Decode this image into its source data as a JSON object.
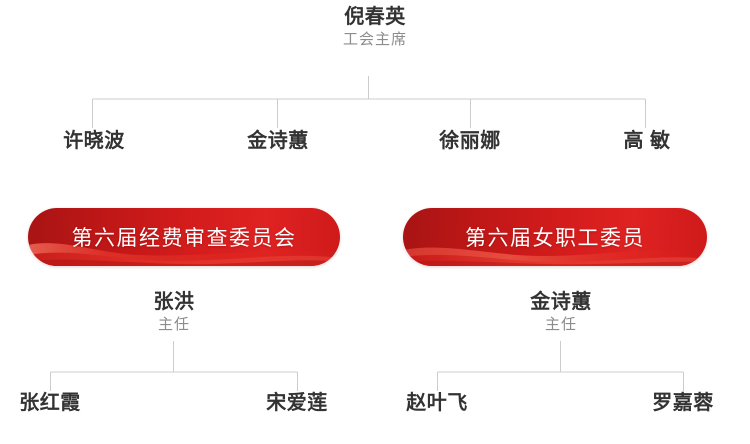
{
  "root": {
    "name": "倪春英",
    "title": "工会主席"
  },
  "level2": [
    {
      "name": "许晓波"
    },
    {
      "name": "金诗蕙"
    },
    {
      "name": "徐丽娜"
    },
    {
      "name": "高 敏"
    }
  ],
  "committees": [
    {
      "label": "第六届经费审查委员会",
      "head": {
        "name": "张洪",
        "title": "主任"
      },
      "members": [
        {
          "name": "张红霞"
        },
        {
          "name": "宋爱莲"
        }
      ]
    },
    {
      "label": "第六届女职工委员",
      "head": {
        "name": "金诗蕙",
        "title": "主任"
      },
      "members": [
        {
          "name": "赵叶飞"
        },
        {
          "name": "罗嘉蓉"
        }
      ]
    }
  ],
  "colors": {
    "name_text": "#333333",
    "title_text": "#8c8c8c",
    "connector_line": "#cccccc",
    "pill_red_dark": "#a81414",
    "pill_red_bright": "#df2222",
    "pill_label_text": "#ffffff",
    "background": "#ffffff"
  }
}
